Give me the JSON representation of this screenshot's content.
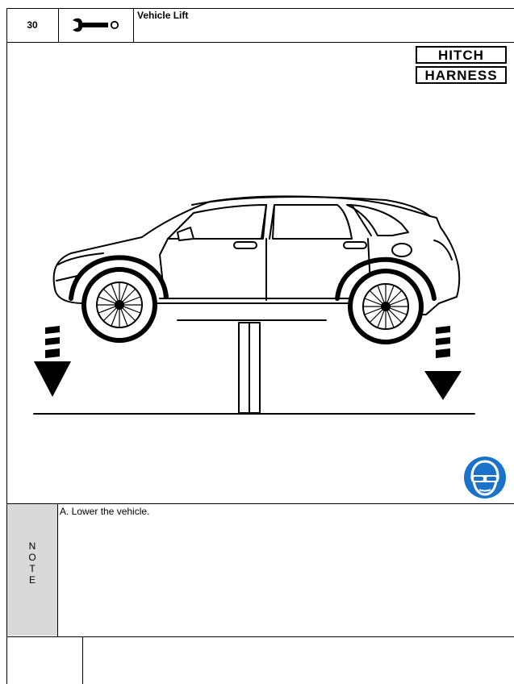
{
  "header": {
    "step_number": "30",
    "tool_icon": "wrench-icon",
    "title": "Vehicle Lift"
  },
  "badge": {
    "line1": "HITCH",
    "line2": "HARNESS"
  },
  "illustration": {
    "subject": "vehicle-on-lift",
    "arrows": "lower-down-arrows",
    "safety_icon": "safety-glasses-icon",
    "safety_color": "#1a73c8"
  },
  "note": {
    "side_letters": [
      "N",
      "O",
      "T",
      "E"
    ],
    "text": "A. Lower the vehicle."
  }
}
